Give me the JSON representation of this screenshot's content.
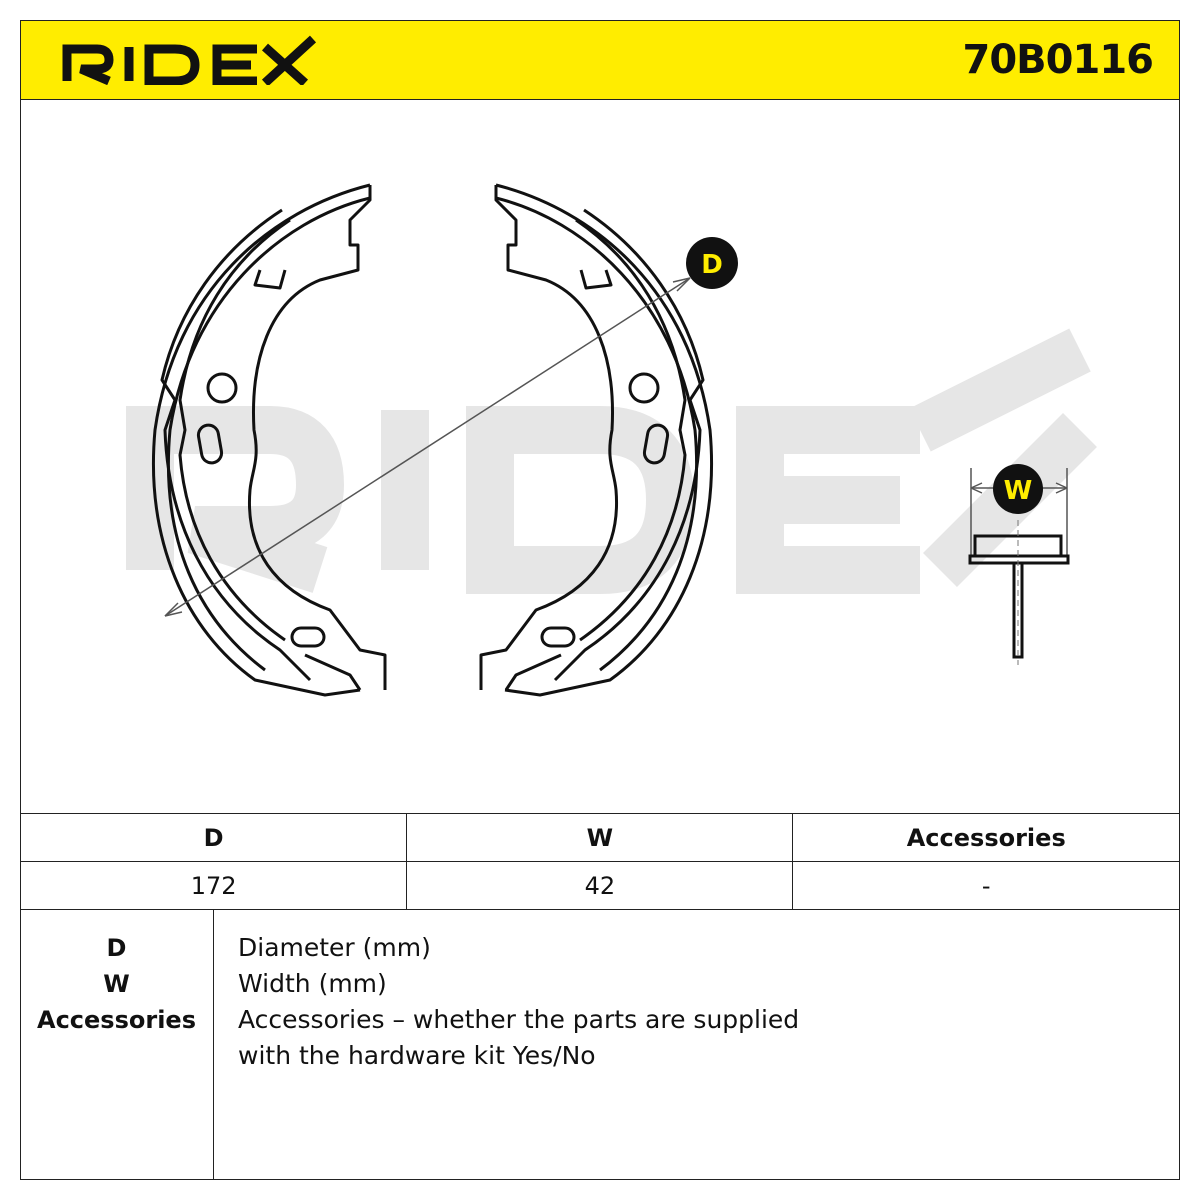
{
  "header": {
    "brand": "RIDEX",
    "part_number": "70B0116"
  },
  "drawing": {
    "watermark": "RIDEX",
    "label_d": "D",
    "label_w": "W"
  },
  "spec_table": {
    "headers": [
      "D",
      "W",
      "Accessories"
    ],
    "values": [
      "172",
      "42",
      "-"
    ]
  },
  "legend": {
    "keys": [
      "D",
      "W",
      "Accessories"
    ],
    "descriptions": [
      "Diameter (mm)",
      "Width (mm)",
      "Accessories – whether the parts are supplied",
      "with the hardware kit Yes/No"
    ]
  },
  "colors": {
    "header_bg": "#ffed00",
    "badge": "#111111",
    "badge_text": "#ffed00",
    "watermark": "#e6e6e6"
  }
}
